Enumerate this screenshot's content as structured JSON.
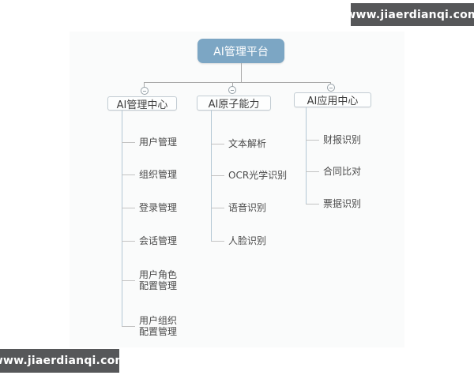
{
  "watermark": {
    "text": "www.jiaerdianqi.com"
  },
  "icons": {
    "collapse": "minus-circle"
  },
  "colors": {
    "panel_bg": "#fafbfb",
    "root_fill": "#7ca6c4",
    "root_text": "#ffffff",
    "node_fill": "#fdfefe",
    "node_border": "#c2ccd3",
    "node_text": "#3d3d3d",
    "leaf_text": "#4a4a4a",
    "connector_gray": "#a9a9a9",
    "spine_blue": "#b3c7d5",
    "tick_gray": "#c3c3c3",
    "watermark_bg": "#565759",
    "watermark_text": "#ffffff"
  },
  "tree": {
    "root": {
      "label": "AI管理平台"
    },
    "branches": [
      {
        "label": "AI管理中心",
        "children": [
          {
            "label": "用户管理"
          },
          {
            "label": "组织管理"
          },
          {
            "label": "登录管理"
          },
          {
            "label": "会话管理"
          },
          {
            "label": "用户角色\n配置管理"
          },
          {
            "label": "用户组织\n配置管理"
          }
        ]
      },
      {
        "label": "AI原子能力",
        "children": [
          {
            "label": "文本解析"
          },
          {
            "label": "OCR光学识别"
          },
          {
            "label": "语音识别"
          },
          {
            "label": "人脸识别"
          }
        ]
      },
      {
        "label": "AI应用中心",
        "children": [
          {
            "label": "财报识别"
          },
          {
            "label": "合同比对"
          },
          {
            "label": "票据识别"
          }
        ]
      }
    ]
  }
}
